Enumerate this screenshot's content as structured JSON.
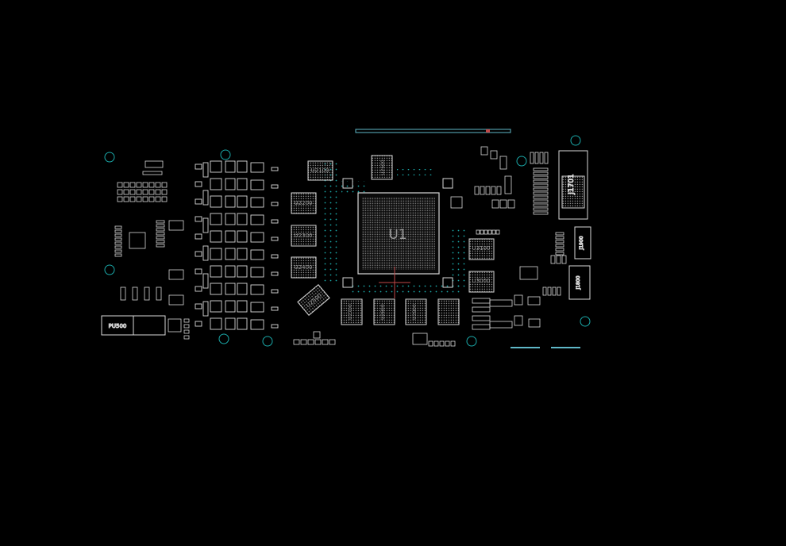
{
  "viewer": {
    "title": "",
    "background": "#000000",
    "outline_color": "#d8d8d8",
    "via_color": "#1aa7a7",
    "crosshair_color": "#c04848",
    "edge_connector_color": "#5fb8c8"
  },
  "components": {
    "gpu": "U1",
    "memory": [
      "U2100",
      "U2200",
      "U2300",
      "U2400",
      "U2500",
      "U2600",
      "U2700",
      "U2800",
      "U2900",
      "U3000",
      "U3100"
    ],
    "connectors": [
      "J1701",
      "J1800",
      "J1900"
    ],
    "power": "PU500"
  },
  "icons": {
    "cursor": "crosshair-icon"
  }
}
